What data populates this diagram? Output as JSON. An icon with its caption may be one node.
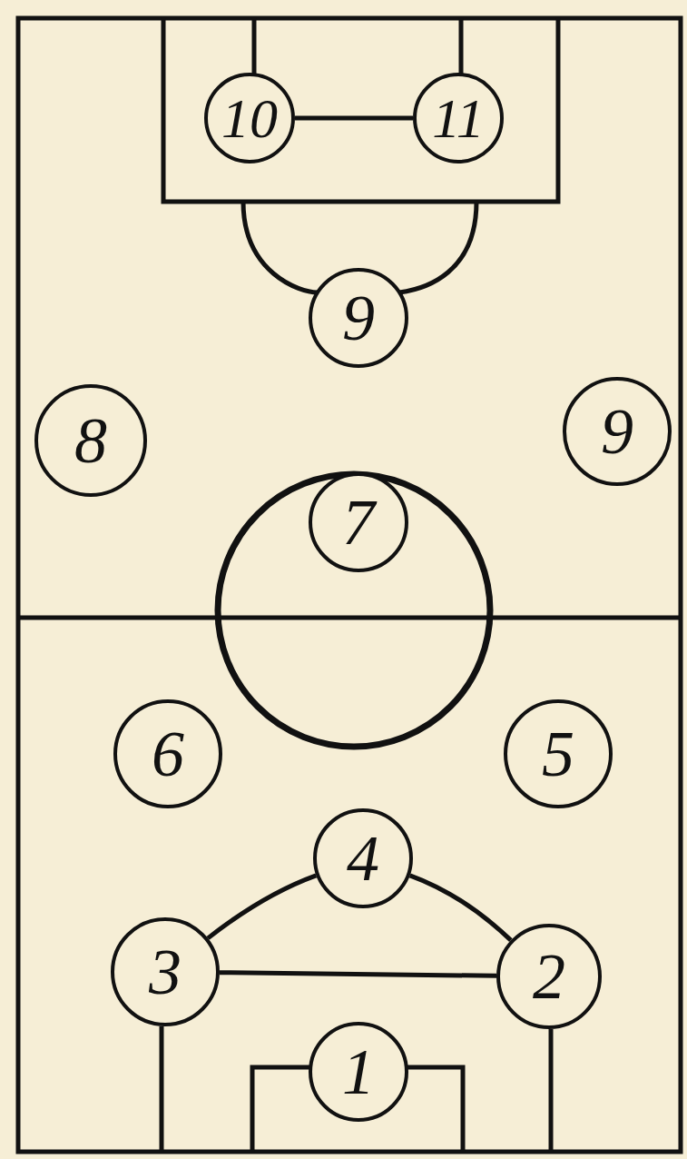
{
  "diagram": {
    "nodes": [
      {
        "text": [
          "10"
        ]
      },
      {
        "text": [
          "11"
        ]
      },
      {
        "text": [
          "9"
        ]
      },
      {
        "text": [
          "8"
        ]
      },
      {
        "text": [
          "9"
        ]
      },
      {
        "text": [
          "7"
        ]
      },
      {
        "text": [
          "6"
        ]
      },
      {
        "text": [
          "5"
        ]
      },
      {
        "text": [
          "4"
        ]
      },
      {
        "text": [
          "3"
        ]
      },
      {
        "text": [
          "2"
        ]
      },
      {
        "text": [
          "1"
        ]
      }
    ],
    "edges": [
      {
        "from": 0,
        "to": 1,
        "arrow": "none"
      },
      {
        "from": 9,
        "to": 8,
        "arrow": "none"
      },
      {
        "from": 8,
        "to": 10,
        "arrow": "none"
      },
      {
        "from": 9,
        "to": 10,
        "arrow": "none"
      }
    ]
  }
}
